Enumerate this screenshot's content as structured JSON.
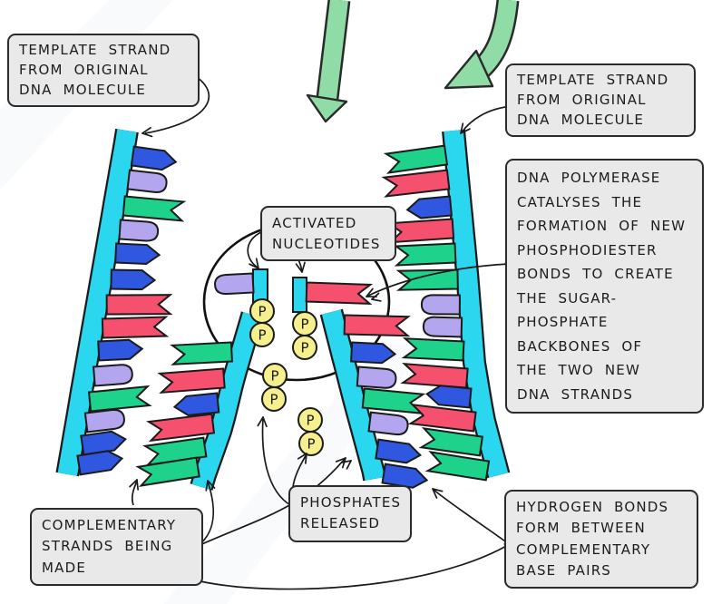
{
  "title": "DNA replication diagram",
  "palette": {
    "backbone_cyan": "#2bd7ef",
    "base_blue": "#2f57e0",
    "base_lavender": "#b3a6ef",
    "base_green": "#1fd28c",
    "base_red": "#f5516f",
    "arrow_green": "#90dca7",
    "phosphate_yellow": "#f6ef8d",
    "label_bg": "#e9e9e9",
    "outline": "#1b1b1b",
    "leader_line": "#1a1a1a"
  },
  "labels": {
    "template_left": "TEMPLATE STRAND\nFROM ORIGINAL\nDNA MOLECULE",
    "template_right": "TEMPLATE STRAND\nFROM ORIGINAL\nDNA MOLECULE",
    "polymerase": "DNA POLYMERASE\nCATALYSES THE\nFORMATION OF NEW\nPHOSPHODIESTER\nBONDS TO CREATE\nTHE SUGAR-\nPHOSPHATE\nBACKBONES OF\nTHE TWO NEW\nDNA STRANDS",
    "activated": "ACTIVATED\nNUCLEOTIDES",
    "phosphates": "PHOSPHATES\nRELEASED",
    "complementary": "COMPLEMENTARY\nSTRANDS BEING\nMADE",
    "hydrogen": "HYDROGEN BONDS\nFORM BETWEEN\nCOMPLEMENTARY\nBASE PAIRS"
  },
  "phosphate": {
    "symbol": "P",
    "count": 8
  },
  "diagram": {
    "strands": {
      "left_template": {
        "bases": [
          "blue",
          "lavender",
          "green",
          "lavender",
          "blue",
          "blue",
          "red",
          "red",
          "blue",
          "lavender",
          "green",
          "lavender",
          "blue",
          "blue"
        ]
      },
      "left_new": {
        "bases": [
          "green",
          "red",
          "blue",
          "red",
          "green",
          "green"
        ]
      },
      "right_template": {
        "bases": [
          "green",
          "red",
          "blue",
          "red",
          "green",
          "green",
          "lavender",
          "lavender",
          "green",
          "red",
          "blue",
          "red",
          "green",
          "green"
        ]
      },
      "right_new": {
        "bases": [
          "red",
          "blue",
          "lavender",
          "green",
          "lavender",
          "blue",
          "blue"
        ]
      }
    },
    "activated_nucleotides": [
      {
        "base": "lavender",
        "phosphates": 2
      },
      {
        "base": "red",
        "phosphates": 2
      }
    ],
    "released_phosphate_pairs": 2,
    "base_pairing": {
      "lavender": "red",
      "green": "blue"
    }
  }
}
